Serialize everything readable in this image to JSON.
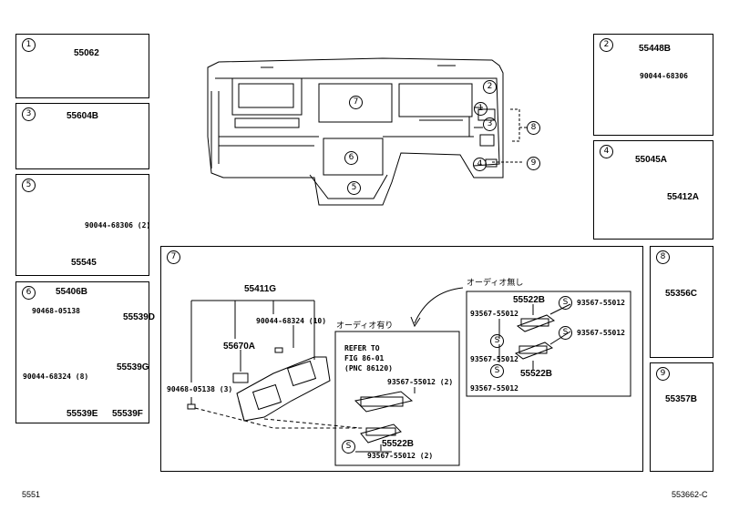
{
  "boxes": {
    "b1": {
      "num": "1",
      "part": "55062"
    },
    "b2": {
      "num": "2",
      "part": "55448B",
      "screw": "90044-68306"
    },
    "b3": {
      "num": "3",
      "part": "55604B"
    },
    "b4": {
      "num": "4",
      "part_a": "55045A",
      "part_b": "55412A"
    },
    "b5": {
      "num": "5",
      "screw": "90044-68306 (2)",
      "part": "55545"
    },
    "b6": {
      "num": "6",
      "part": "55406B",
      "clip": "90468-05138",
      "screw": "90044-68324 (8)",
      "p1": "55539D",
      "p2": "55539G",
      "p3": "55539E",
      "p4": "55539F"
    },
    "b7": {
      "num": "7",
      "part": "55411G",
      "screw": "90044-68324 (10)",
      "part2": "55670A",
      "clip": "90468-05138 (3)",
      "audio_no": "オーディオ無し",
      "audio_yes": "オーディオ有り",
      "refer1": "REFER TO",
      "refer2": "FIG 86-01",
      "refer3": "(PNC 86120)",
      "inner_screw": "93567-55012 (2)",
      "inner_part": "55522B",
      "inner_screw2": "93567-55012 (2)",
      "r_part_top": "55522B",
      "r_part_bot": "55522B",
      "r_s1": "93567-55012",
      "r_s2": "93567-55012",
      "r_s3": "93567-55012",
      "r_s4": "93567-55012",
      "r_s5": "93567-55012"
    },
    "b8": {
      "num": "8",
      "part": "55356C"
    },
    "b9": {
      "num": "9",
      "part": "55357B"
    }
  },
  "callouts": {
    "c1": "1",
    "c2": "2",
    "c3": "3",
    "c4": "4",
    "c5": "5",
    "c6": "6",
    "c7": "7",
    "c8": "8",
    "c9": "9"
  },
  "s_mark": "S",
  "footer": {
    "left": "5551",
    "right": "553662-C"
  }
}
